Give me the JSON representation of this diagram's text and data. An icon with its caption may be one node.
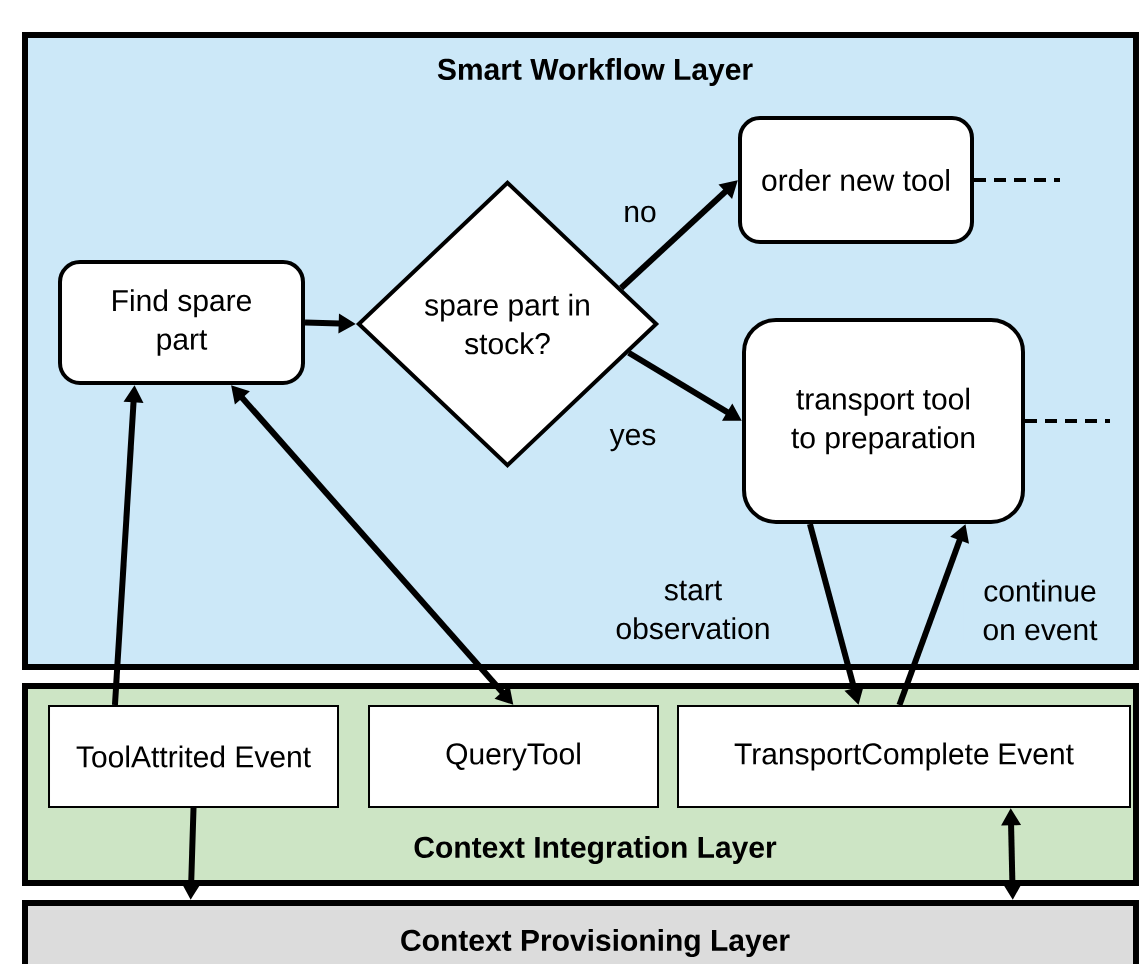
{
  "diagram": {
    "nodes": [
      {
        "text": [
          "Smart Workflow Layer"
        ]
      },
      {
        "text": [
          "Find spare part"
        ],
        "in": 0
      },
      {
        "text": [
          "spare part in stock?"
        ],
        "in": 0
      },
      {
        "text": [
          "order new tool"
        ],
        "in": 0
      },
      {
        "text": [
          "transport tool to preparation"
        ],
        "in": 0
      },
      {
        "text": [
          "Context Integration Layer"
        ]
      },
      {
        "text": [
          "ToolAttrited Event"
        ],
        "in": 5
      },
      {
        "text": [
          "QueryTool"
        ],
        "in": 5
      },
      {
        "text": [
          "TransportComplete Event"
        ],
        "in": 5
      },
      {
        "text": [
          "Context Provisioning Layer"
        ]
      }
    ],
    "edges": [
      {
        "from": 1,
        "to": 2,
        "arrow": "to"
      },
      {
        "from": 2,
        "to": 3,
        "arrow": "to",
        "label": "no"
      },
      {
        "from": 2,
        "to": 4,
        "arrow": "to",
        "label": "yes"
      },
      {
        "from": 6,
        "to": 1,
        "arrow": "to"
      },
      {
        "from": 1,
        "to": 7,
        "arrow": "both"
      },
      {
        "from": 4,
        "to": 8,
        "arrow": "to",
        "label": "start observation"
      },
      {
        "from": 8,
        "to": 4,
        "arrow": "to",
        "label": "continue on event"
      },
      {
        "from": 3,
        "to": null,
        "arrow": "none",
        "style": "dashed"
      },
      {
        "from": 4,
        "to": null,
        "arrow": "none",
        "style": "dashed"
      },
      {
        "from": 6,
        "to": 9,
        "arrow": "to"
      },
      {
        "from": 8,
        "to": 9,
        "arrow": "both"
      }
    ]
  }
}
